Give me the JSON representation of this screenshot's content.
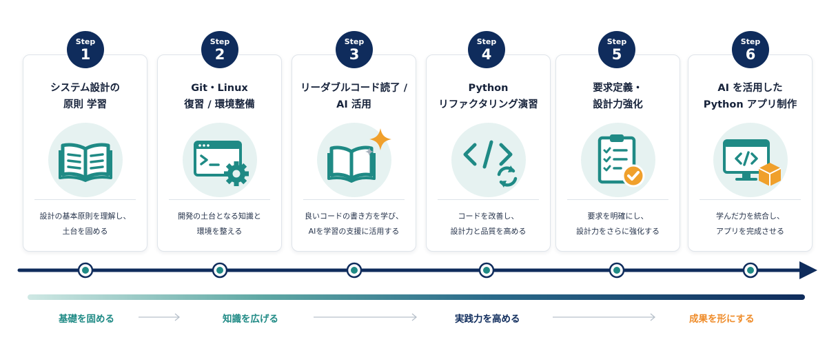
{
  "steps": [
    {
      "label": "Step",
      "number": "1",
      "title": [
        "システム設計の",
        "原則 学習"
      ],
      "icon": "open-book-icon",
      "description": [
        "設計の基本原則を理解し、",
        "土台を固める"
      ]
    },
    {
      "label": "Step",
      "number": "2",
      "title": [
        "Git・Linux",
        "復習 / 環境整備"
      ],
      "icon": "terminal-gear-icon",
      "description": [
        "開発の土台となる知識と",
        "環境を整える"
      ]
    },
    {
      "label": "Step",
      "number": "3",
      "title": [
        "リーダブルコード読了 /",
        "AI 活用"
      ],
      "icon": "book-sparkle-icon",
      "description": [
        "良いコードの書き方を学び、",
        "AIを学習の支援に活用する"
      ]
    },
    {
      "label": "Step",
      "number": "4",
      "title": [
        "Python",
        "リファクタリング演習"
      ],
      "icon": "code-refresh-icon",
      "description": [
        "コードを改善し、",
        "設計力と品質を高める"
      ]
    },
    {
      "label": "Step",
      "number": "5",
      "title": [
        "要求定義・",
        "設計力強化"
      ],
      "icon": "clipboard-check-icon",
      "description": [
        "要求を明確にし、",
        "設計力をさらに強化する"
      ]
    },
    {
      "label": "Step",
      "number": "6",
      "title": [
        "AI を活用した",
        "Python アプリ制作"
      ],
      "icon": "monitor-box-icon",
      "description": [
        "学んだ力を統合し、",
        "アプリを完成させる"
      ]
    }
  ],
  "stages": [
    {
      "label": "基礎を固める",
      "color": "#1f8a85"
    },
    {
      "label": "知識を広げる",
      "color": "#1f8a85"
    },
    {
      "label": "実践力を高める",
      "color": "#0f2c5c"
    },
    {
      "label": "成果を形にする",
      "color": "#ef8c2a"
    }
  ],
  "colors": {
    "navy": "#0f2c5c",
    "teal": "#1f8a85",
    "icon_bg": "#e6f2f1",
    "orange": "#f0a02c"
  }
}
